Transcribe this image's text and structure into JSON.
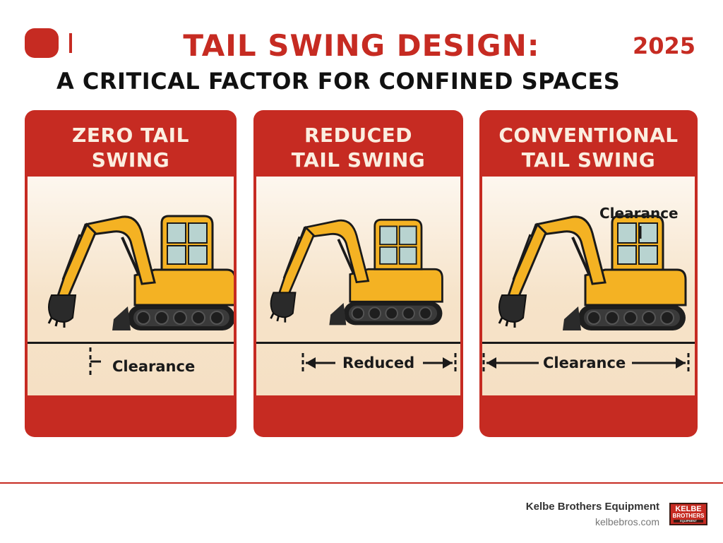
{
  "header": {
    "title_line1": "TAIL SWING DESIGN:",
    "title_line2": "A CRITICAL FACTOR FOR CONFINED SPACES",
    "year": "2025"
  },
  "cards": [
    {
      "title_line1": "ZERO TAIL",
      "title_line2": "SWING",
      "measure_label": "Clearance"
    },
    {
      "title_line1": "REDUCED",
      "title_line2": "TAIL SWING",
      "measure_label": "Reduced"
    },
    {
      "title_line1": "CONVENTIONAL",
      "title_line2": "TAIL SWING",
      "measure_label": "Clearance",
      "top_label": "Clearance"
    }
  ],
  "footer": {
    "company": "Kelbe Brothers Equipment",
    "website": "kelbebros.com",
    "badge_line1": "KELBE",
    "badge_line2": "BROTHERS",
    "badge_line3": "EQUIPMENT"
  },
  "colors": {
    "brand_red": "#c62b22",
    "machine_yellow": "#f4b223",
    "panel_cream": "#f6e3c9",
    "cab_glass": "#b8d3d0"
  }
}
